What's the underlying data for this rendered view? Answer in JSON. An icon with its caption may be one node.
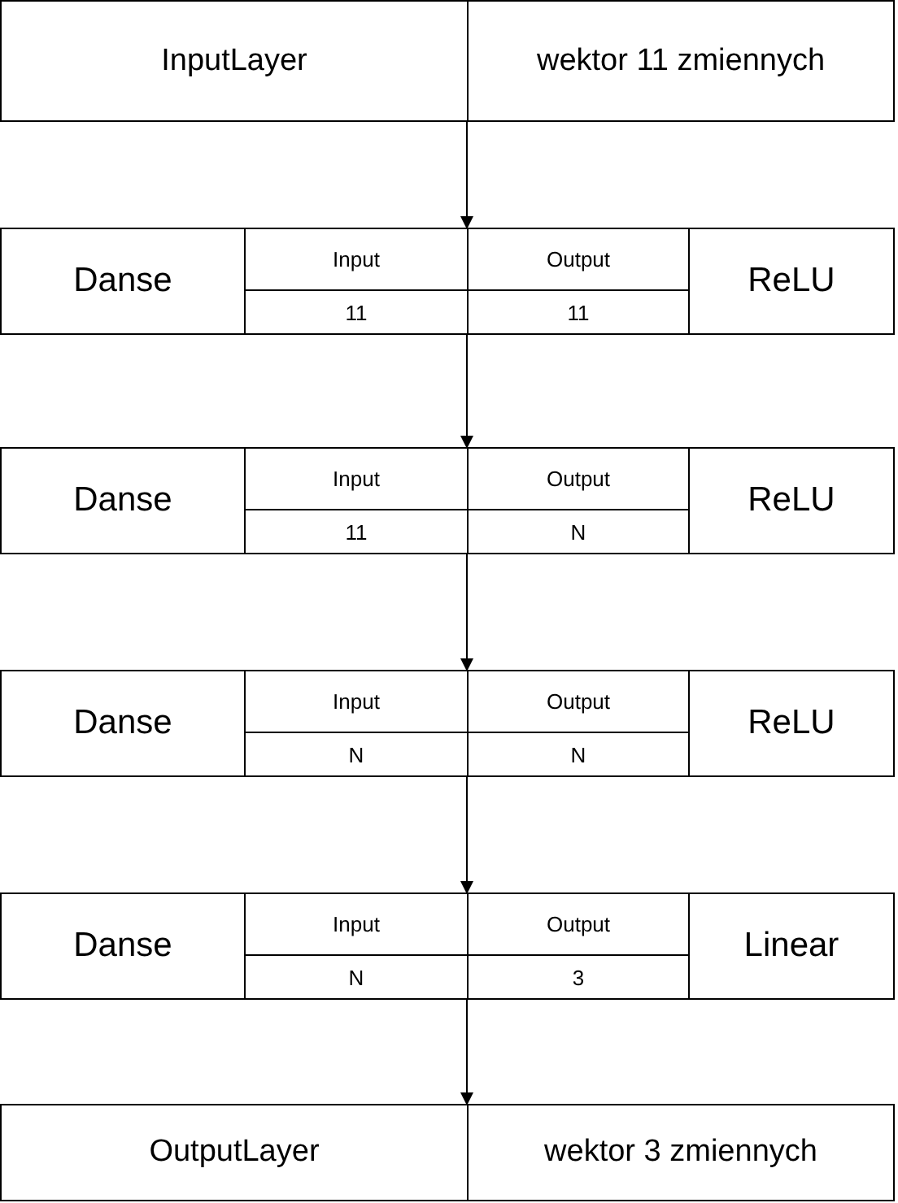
{
  "diagram": {
    "nodes": [
      {
        "text": [
          "InputLayer",
          "wektor 11 zmiennych"
        ]
      },
      {
        "text": [
          "Danse",
          "Input",
          "Output",
          "11",
          "11",
          "ReLU"
        ]
      },
      {
        "text": [
          "Danse",
          "Input",
          "Output",
          "11",
          "N",
          "ReLU"
        ]
      },
      {
        "text": [
          "Danse",
          "Input",
          "Output",
          "N",
          "N",
          "ReLU"
        ]
      },
      {
        "text": [
          "Danse",
          "Input",
          "Output",
          "N",
          "3",
          "Linear"
        ]
      },
      {
        "text": [
          "OutputLayer",
          "wektor 3 zmiennych"
        ]
      }
    ],
    "edges": [
      {
        "from": 0,
        "to": 1,
        "arrow": "to"
      },
      {
        "from": 1,
        "to": 2,
        "arrow": "to"
      },
      {
        "from": 2,
        "to": 3,
        "arrow": "to"
      },
      {
        "from": 3,
        "to": 4,
        "arrow": "to"
      },
      {
        "from": 4,
        "to": 5,
        "arrow": "to"
      }
    ]
  }
}
